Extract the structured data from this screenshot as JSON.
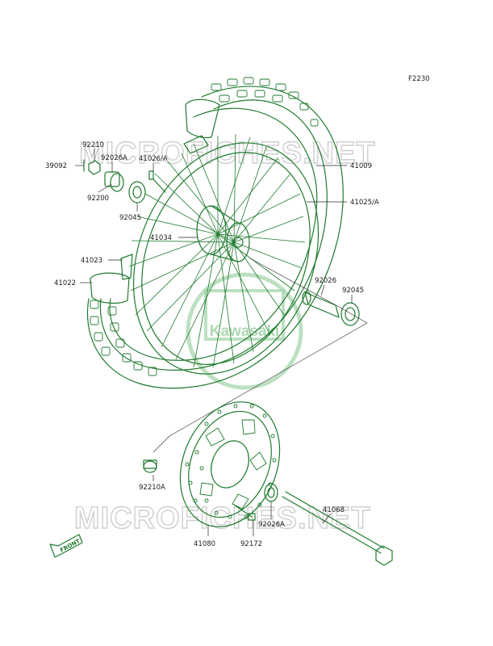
{
  "figure_code": "F2230",
  "watermark_text": "MICROFICHES.NET",
  "logo_text": "Kawasaki",
  "front_arrow_label": "FRONT",
  "colors": {
    "line": "#1f7a2e",
    "text": "#1c1c1c",
    "watermark": "#cfcfcf",
    "logo": "#9fd3a6"
  },
  "parts": {
    "p39092": "39092",
    "p92210": "92210",
    "p92026A_top": "92026A",
    "p41026A": "41026/A",
    "p92200": "92200",
    "p92045_left": "92045",
    "p41034": "41034",
    "p41009": "41009",
    "p41025A": "41025/A",
    "p41023": "41023",
    "p41022": "41022",
    "p92026": "92026",
    "p92045_right": "92045",
    "p92210A": "92210A",
    "p41080": "41080",
    "p92172": "92172",
    "p92026A_bottom": "92026A",
    "p41068": "41068"
  }
}
